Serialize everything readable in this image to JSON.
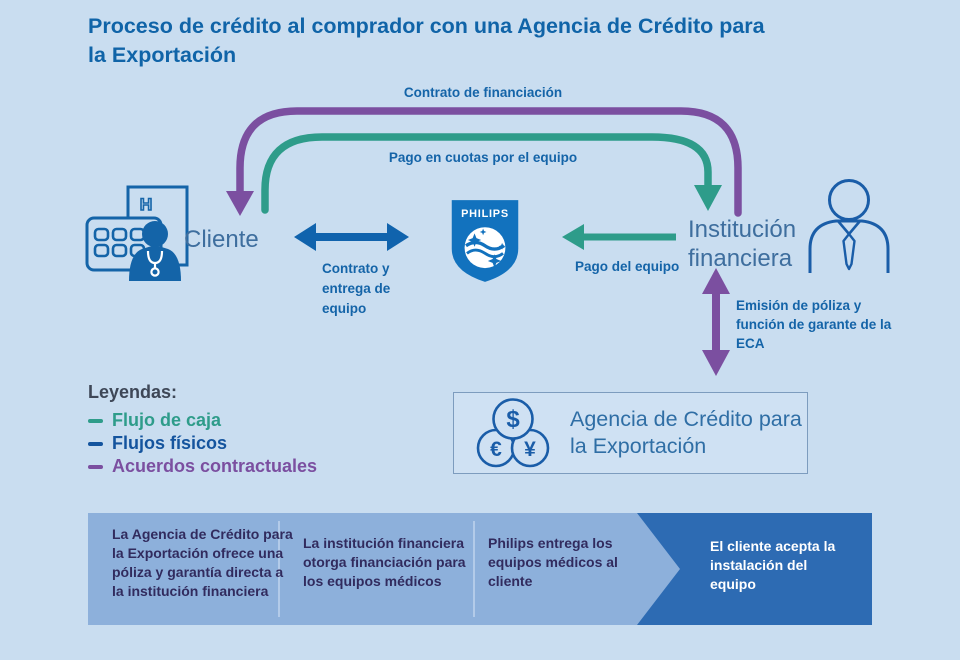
{
  "title": "Proceso de crédito al comprador con una Agencia de Crédito para la Exportación",
  "nodes": {
    "client": {
      "label": "Cliente",
      "hospital_letter": "H",
      "icon": "hospital-doctor-icon"
    },
    "philips": {
      "label": "PHILIPS",
      "icon": "philips-shield-logo"
    },
    "financial_institution": {
      "label": "Institución financiera",
      "icon": "business-person-icon"
    },
    "eca": {
      "label": "Agencia de Crédito para la Exportación",
      "icon": "currency-circles-icon",
      "currencies": [
        "$",
        "€",
        "¥"
      ]
    }
  },
  "flows": {
    "contract_financing": {
      "label": "Contrato de financiación",
      "type": "acuerdo contractual",
      "color": "#7B4FA0",
      "from": "Institución financiera",
      "to": "Cliente"
    },
    "installment_payment": {
      "label": "Pago en cuotas por el equipo",
      "type": "flujo de caja",
      "color": "#2E9C8A",
      "from": "Cliente",
      "to": "Institución financiera"
    },
    "contract_delivery": {
      "label": "Contrato y entrega de equipo",
      "type": "flujo físico",
      "color": "#1063AD",
      "from": "Cliente",
      "to": "PHILIPS"
    },
    "equipment_payment": {
      "label": "Pago del equipo",
      "type": "flujo de caja",
      "color": "#2E9C8A",
      "from": "Institución financiera",
      "to": "PHILIPS"
    },
    "policy_issuance": {
      "label": "Emisión de póliza y función de garante de la ECA",
      "type": "acuerdo contractual",
      "color": "#7B4FA0",
      "from": "Agencia de Crédito para la Exportación",
      "to": "Institución financiera"
    }
  },
  "legend": {
    "title": "Leyendas:",
    "items": [
      {
        "label": "Flujo de caja",
        "color": "#2E9C8A"
      },
      {
        "label": "Flujos físicos",
        "color": "#14549E"
      },
      {
        "label": "Acuerdos contractuales",
        "color": "#7B4FA0"
      }
    ]
  },
  "steps": [
    "La Agencia de Crédito para la Exportación ofrece una póliza y garantía directa a la institución financiera",
    "La institución financiera otorga financiación para los equipos médicos",
    "Philips entrega los equipos médicos al cliente",
    "El cliente acepta la instalación del equipo"
  ],
  "colors": {
    "background": "#C9DDF0",
    "title_blue": "#1064A8",
    "contractual_purple": "#7B4FA0",
    "cash_teal": "#2E9C8A",
    "physical_blue": "#1063AD",
    "bar_background": "#8DB0DB",
    "bar_highlight": "#2D6BB3",
    "philips_blue": "#1272BE"
  }
}
